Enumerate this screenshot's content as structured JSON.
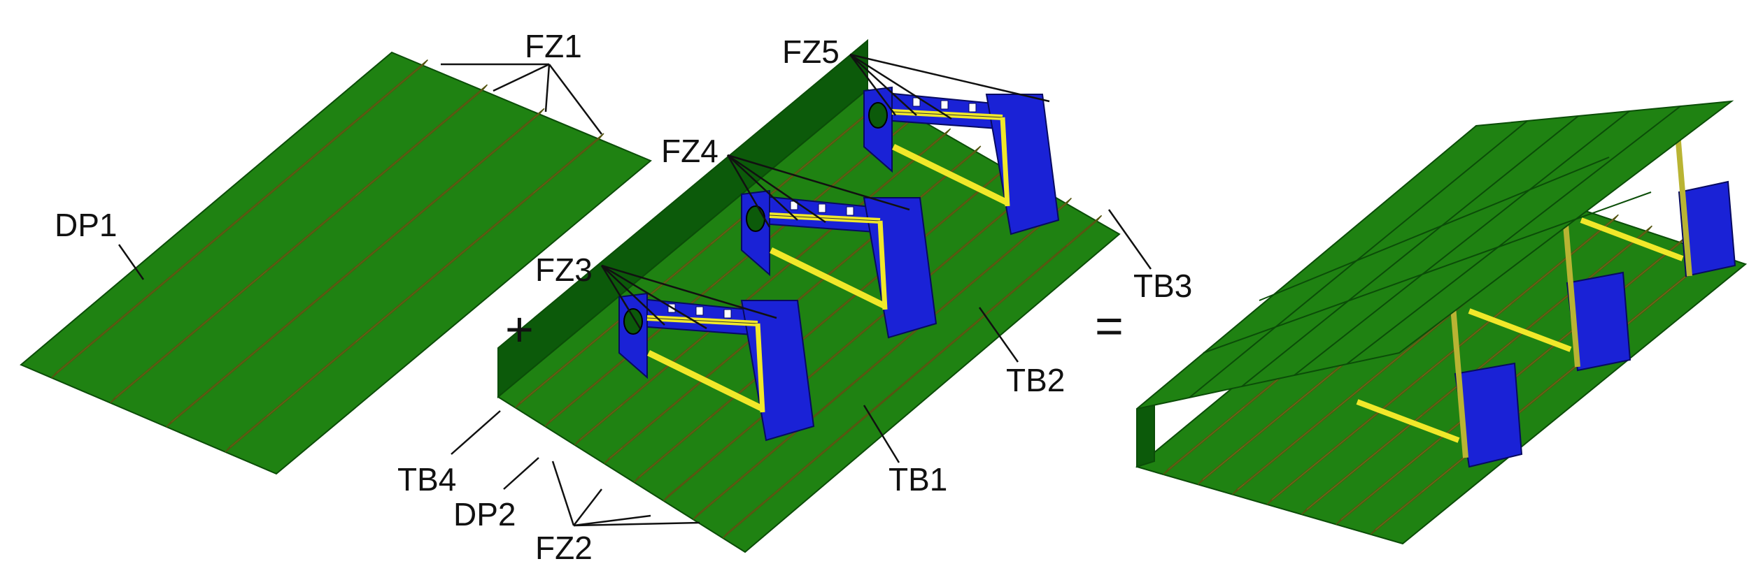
{
  "labels": {
    "dp1": "DP1",
    "dp2": "DP2",
    "fz1": "FZ1",
    "fz2": "FZ2",
    "fz3": "FZ3",
    "fz4": "FZ4",
    "fz5": "FZ5",
    "tb1": "TB1",
    "tb2": "TB2",
    "tb3": "TB3",
    "tb4": "TB4"
  },
  "operators": {
    "plus": "+",
    "equals": "="
  },
  "colors": {
    "panel_top": "#1f8212",
    "panel_edge": "#0b4d08",
    "wall_dark": "#0c5a0a",
    "stiffener": "#b9b433",
    "stiffener_edge": "#555511",
    "bulkhead": "#1a22d6",
    "bulkhead_edge": "#070a60",
    "rod": "#f1e82a",
    "leader": "#111111",
    "background": "#ffffff"
  }
}
